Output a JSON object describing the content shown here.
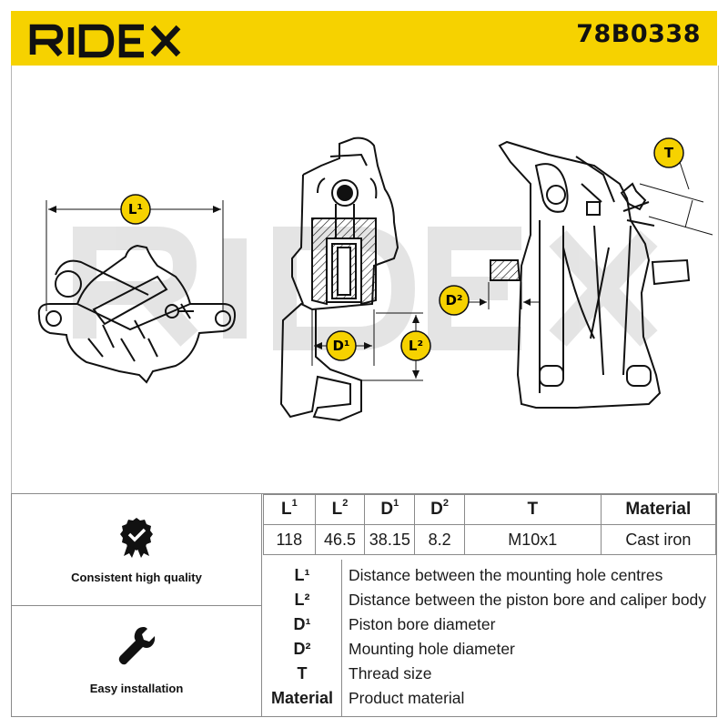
{
  "header": {
    "brand": "RIDEX",
    "part_number": "78B0338",
    "color": "#f6d200"
  },
  "drawing": {
    "watermark": "RIDEX",
    "labels": {
      "l1": "L¹",
      "l2": "L²",
      "d1": "D¹",
      "d2": "D²",
      "t": "T"
    }
  },
  "features": [
    {
      "icon": "check-medal-icon",
      "label": "Consistent high quality"
    },
    {
      "icon": "wrench-icon",
      "label": "Easy installation"
    }
  ],
  "spec_table": {
    "headers": [
      {
        "base": "L",
        "sup": "1"
      },
      {
        "base": "L",
        "sup": "2"
      },
      {
        "base": "D",
        "sup": "1"
      },
      {
        "base": "D",
        "sup": "2"
      },
      {
        "base": "T",
        "sup": ""
      },
      {
        "base": "Material",
        "sup": ""
      }
    ],
    "values": [
      "118",
      "46.5",
      "38.15",
      "8.2",
      "M10x1",
      "Cast iron"
    ]
  },
  "legend": [
    {
      "key": "L¹",
      "desc": "Distance between the mounting hole centres"
    },
    {
      "key": "L²",
      "desc": "Distance between the piston bore and caliper body"
    },
    {
      "key": "D¹",
      "desc": "Piston bore diameter"
    },
    {
      "key": "D²",
      "desc": "Mounting hole diameter"
    },
    {
      "key": "T",
      "desc": "Thread size"
    },
    {
      "key": "Material",
      "desc": "Product material"
    }
  ]
}
